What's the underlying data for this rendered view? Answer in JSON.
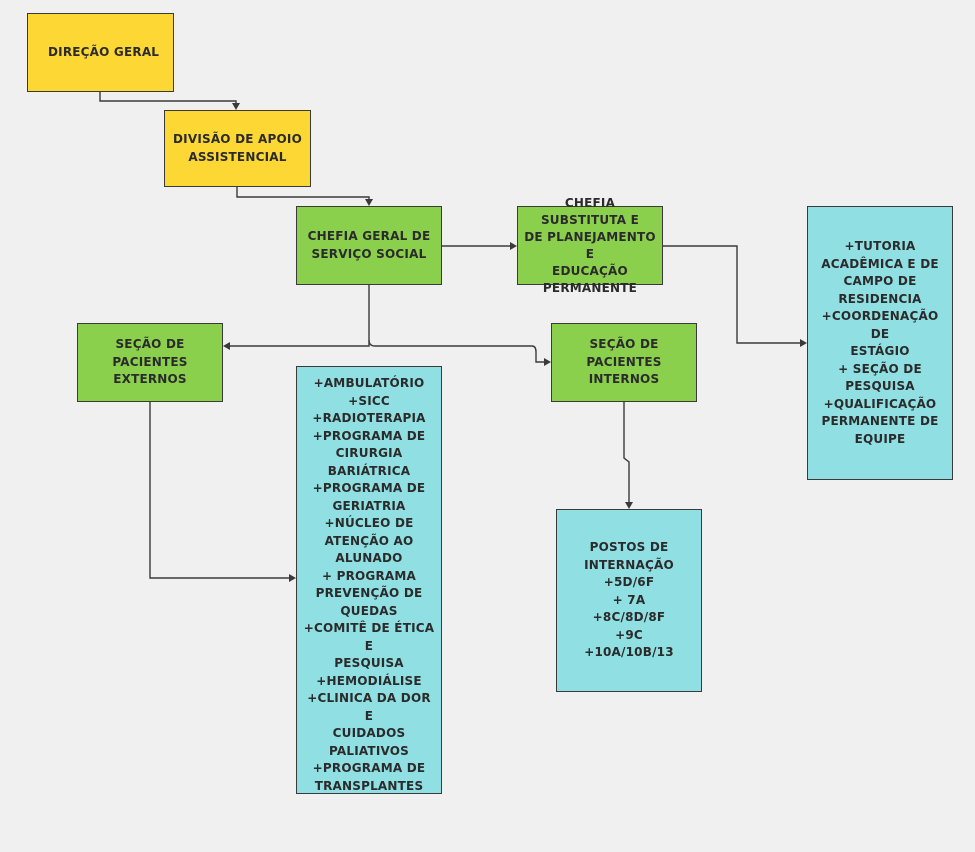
{
  "diagram": {
    "nodes": [
      {
        "id": "direcao",
        "label": "DIREÇÃO GERAL",
        "color": "#fdd835"
      },
      {
        "id": "divisao",
        "label": "DIVISÃO DE APOIO\nASSISTENCIAL",
        "color": "#fdd835"
      },
      {
        "id": "chefia",
        "label": "CHEFIA GERAL DE\nSERVIÇO SOCIAL",
        "color": "#8bd04d"
      },
      {
        "id": "subst",
        "label": "CHEFIA SUBSTITUTA E\nDE PLANEJAMENTO E\nEDUCAÇÃO\nPERMANENTE",
        "color": "#8bd04d"
      },
      {
        "id": "externos",
        "label": "SEÇÃO DE PACIENTES\nEXTERNOS",
        "color": "#8bd04d"
      },
      {
        "id": "internos",
        "label": "SEÇÃO DE PACIENTES\nINTERNOS",
        "color": "#8bd04d"
      },
      {
        "id": "tutoria",
        "label": "+TUTORIA\nACADÊMICA E DE\nCAMPO DE\nRESIDENCIA\n+COORDENAÇÃO DE\nESTÁGIO\n+ SEÇÃO DE\nPESQUISA\n+QUALIFICAÇÃO\nPERMANENTE DE\nEQUIPE",
        "color": "#8fdfe3"
      },
      {
        "id": "ambul",
        "label": "+AMBULATÓRIO\n+SICC\n+RADIOTERAPIA\n+PROGRAMA DE\nCIRURGIA\nBARIÁTRICA\n+PROGRAMA DE\nGERIATRIA\n+NÚCLEO DE\nATENÇÃO AO\nALUNADO\n+ PROGRAMA\nPREVENÇÃO DE\nQUEDAS\n+COMITÊ DE ÉTICA E\nPESQUISA\n+HEMODIÁLISE\n+CLINICA DA DOR E\nCUIDADOS\nPALIATIVOS\n+PROGRAMA DE\nTRANSPLANTES",
        "color": "#8fdfe3"
      },
      {
        "id": "postos",
        "label": "POSTOS DE\nINTERNAÇÃO\n+5D/6F\n+ 7A\n+8C/8D/8F\n+9C\n+10A/10B/13",
        "color": "#8fdfe3"
      }
    ],
    "edges": [
      {
        "from": "direcao",
        "to": "divisao"
      },
      {
        "from": "divisao",
        "to": "chefia"
      },
      {
        "from": "chefia",
        "to": "subst"
      },
      {
        "from": "chefia",
        "to": "externos"
      },
      {
        "from": "chefia",
        "to": "internos"
      },
      {
        "from": "subst",
        "to": "tutoria"
      },
      {
        "from": "externos",
        "to": "ambul"
      },
      {
        "from": "internos",
        "to": "postos"
      }
    ]
  }
}
